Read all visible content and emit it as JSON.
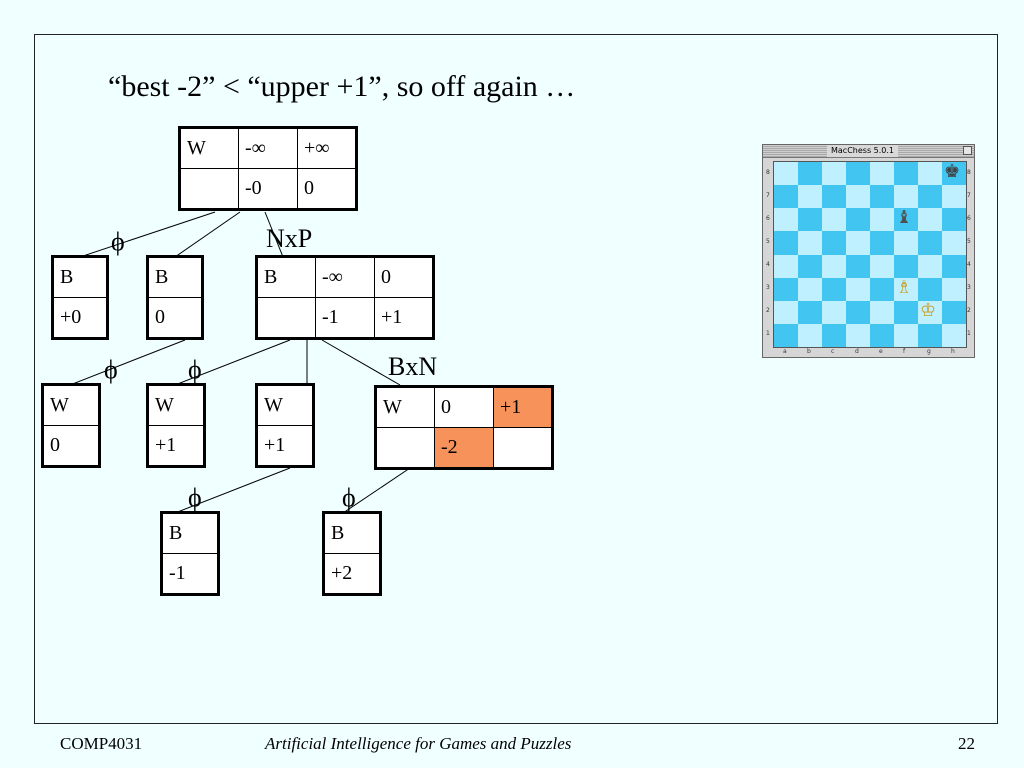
{
  "title": "“best -2” < “upper +1”, so off again …",
  "nodes": {
    "root": {
      "r1": [
        "W",
        "-∞",
        "+∞"
      ],
      "r2": [
        "",
        "-0",
        "0"
      ]
    },
    "b1": {
      "r1": [
        "B"
      ],
      "r2": [
        "+0"
      ]
    },
    "b2": {
      "r1": [
        "B"
      ],
      "r2": [
        "0"
      ]
    },
    "b3": {
      "r1": [
        "B",
        "-∞",
        "0"
      ],
      "r2": [
        "",
        "-1",
        "+1"
      ]
    },
    "w1": {
      "r1": [
        "W"
      ],
      "r2": [
        "0"
      ]
    },
    "w2": {
      "r1": [
        "W"
      ],
      "r2": [
        "+1"
      ]
    },
    "w3": {
      "r1": [
        "W"
      ],
      "r2": [
        "+1"
      ]
    },
    "w4": {
      "r1": [
        "W",
        "0",
        "+1"
      ],
      "r2": [
        "",
        "-2",
        ""
      ]
    },
    "bb1": {
      "r1": [
        "B"
      ],
      "r2": [
        "-1"
      ]
    },
    "bb2": {
      "r1": [
        "B"
      ],
      "r2": [
        "+2"
      ]
    }
  },
  "edge_labels": {
    "nxp": "NxP",
    "bxn": "BxN"
  },
  "phi": "ϕ",
  "highlight_color": "#f7935a",
  "chess": {
    "window_title": "MacChess 5.0.1",
    "files": [
      "a",
      "b",
      "c",
      "d",
      "e",
      "f",
      "g",
      "h"
    ],
    "ranks": [
      "8",
      "7",
      "6",
      "5",
      "4",
      "3",
      "2",
      "1"
    ],
    "pieces": [
      {
        "name": "black-king-icon",
        "glyph": "♚",
        "square": "h8",
        "color": "#404040"
      },
      {
        "name": "black-bishop-icon",
        "glyph": "♝",
        "square": "f6",
        "color": "#505050"
      },
      {
        "name": "white-bishop-icon",
        "glyph": "♗",
        "square": "f3",
        "color": "#c89b1e"
      },
      {
        "name": "white-king-icon",
        "glyph": "♔",
        "square": "g2",
        "color": "#c89b1e"
      }
    ],
    "light_square": "#bff0ff",
    "dark_square": "#43c5f1"
  },
  "footer": {
    "course": "COMP4031",
    "subject": "Artificial Intelligence for Games and Puzzles",
    "page": "22"
  }
}
